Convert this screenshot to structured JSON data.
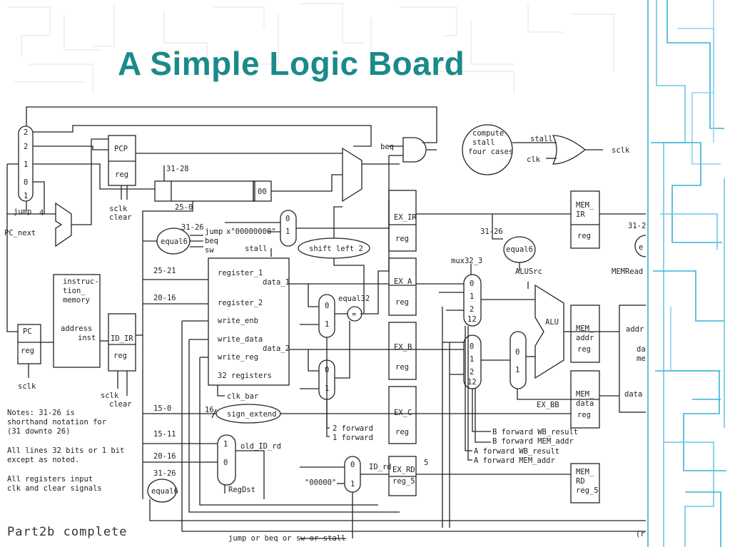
{
  "slide": {
    "title": "A Simple Logic Board",
    "footer": "Part2b complete"
  },
  "colors": {
    "title": "#1a8a8a",
    "wire": "#222222",
    "accent_lines": "#3ab0d8"
  },
  "labels": {
    "mux_top": [
      "2",
      "2",
      "1",
      "0",
      "1"
    ],
    "jump": "jump",
    "four": "4",
    "pc_next": "PC_next",
    "pcp": "PCP",
    "reg": "reg",
    "bits_31_28": "31-28",
    "zeros_00": "00",
    "sclk": "sclk",
    "clear": "clear",
    "bits_25_0": "25-0",
    "equal6": "equal6",
    "bits_31_26": "31-26",
    "jump_beq_sw": [
      "jump",
      "beq",
      "sw"
    ],
    "x_zeros": "x\"00000000\"",
    "stall": "stall",
    "mux2_in": [
      "0",
      "1"
    ],
    "beq": "beq",
    "compute_stall": [
      "compute",
      "stall",
      "four cases"
    ],
    "stall_gate": "stall",
    "clk": "clk",
    "sclk_out": "sclk",
    "instruction_memory": [
      "instruc-",
      "tion_",
      "memory"
    ],
    "address": "address",
    "inst": "inst",
    "pc": "PC",
    "id_ir": "ID_IR",
    "bits_25_21": "25-21",
    "bits_20_16": "20-16",
    "bits_15_0": "15-0",
    "bits_15_11": "15-11",
    "register_file": [
      "register_1",
      "data_1",
      "register_2",
      "write_enb",
      "write_data",
      "data_2",
      "write_reg",
      "32 registers"
    ],
    "clk_bar": "clk_bar",
    "shift_left_2": "shift left 2",
    "equal32": "equal32",
    "eq_sign": "=",
    "two_forward": "2 forward",
    "one_forward": "1 forward",
    "sixteen": "16",
    "sign_extend": "sign_extend",
    "old_id_rd": "old_ID_rd",
    "regdst": "RegDst",
    "zeros_5": "\"00000\"",
    "id_rd": "ID_rd",
    "five": "5",
    "ex_ir": "EX_IR",
    "ex_a": "EX_A",
    "ex_b": "EX_B",
    "ex_c": "EX_C",
    "ex_rd": "EX_RD",
    "reg_5": "reg_5",
    "mux32_3": "mux32_3",
    "mux4_in": [
      "0",
      "1",
      "2",
      "12"
    ],
    "alusrc": "ALUSrc",
    "alu": "ALU",
    "ex_bb": "EX_BB",
    "forward_labels": [
      "B forward WB_result",
      "B forward MEM_addr",
      "A forward WB_result",
      "A forward MEM_addr"
    ],
    "mem_ir": [
      "MEM_",
      "IR"
    ],
    "memread": "MEMRead",
    "mem_addr": [
      "MEM_",
      "addr"
    ],
    "mem_data": [
      "MEM_",
      "data"
    ],
    "mem_rd": [
      "MEM_",
      "RD",
      "reg_5"
    ],
    "addr_partial": "addr",
    "data_partial": [
      "da",
      "me"
    ],
    "data_in": "data",
    "r_partial": "(r",
    "e_partial": "e",
    "bits_31_2": "31-2",
    "jump_beq_sw_stall": "jump or beq or sw or stall",
    "notes": [
      "Notes: 31-26 is",
      "shorthand notation for",
      "(31 downto 26)",
      "All lines 32 bits or 1 bit",
      "except as noted.",
      "All registers input",
      "clk and clear signals"
    ]
  }
}
